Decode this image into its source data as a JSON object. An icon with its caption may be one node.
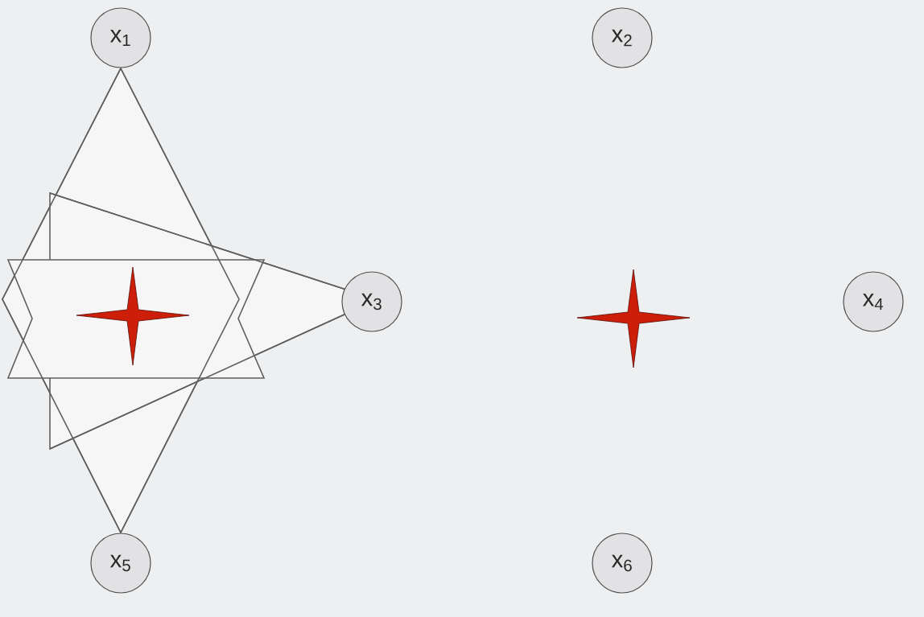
{
  "diagram": {
    "nodes": [
      {
        "text": [
          "x$_{1}$"
        ]
      },
      {
        "text": [
          "x$_{2}$"
        ]
      },
      {
        "text": [
          "x$_{3}$"
        ]
      },
      {
        "text": [
          "x$_{4}$"
        ]
      },
      {
        "text": [
          "x$_{5}$"
        ]
      },
      {
        "text": [
          "x$_{6}$"
        ]
      }
    ]
  }
}
